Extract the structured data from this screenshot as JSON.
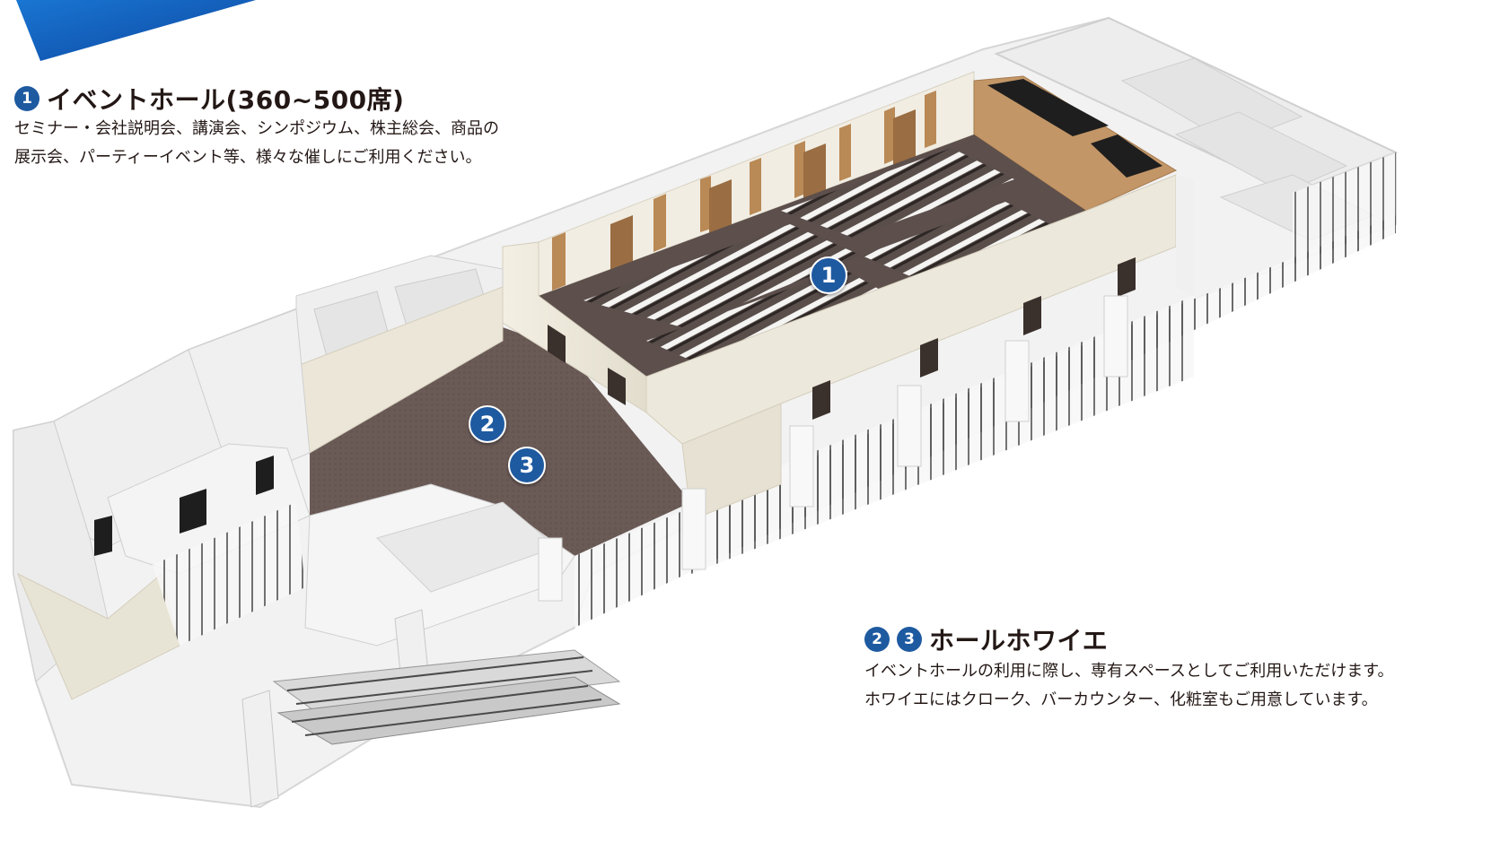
{
  "section1": {
    "badge": "1",
    "title": "イベントホール(360~500席)",
    "description_line1": "セミナー・会社説明会、講演会、シンポジウム、株主総会、商品の",
    "description_line2": "展示会、パーティーイベント等、様々な催しにご利用ください。"
  },
  "section23": {
    "badge_a": "2",
    "badge_b": "3",
    "title": "ホールホワイエ",
    "description_line1": "イベントホールの利用に際し、専有スペースとしてご利用いただけます。",
    "description_line2": "ホワイエにはクローク、バーカウンター、化粧室もご用意しています。"
  },
  "map_markers": [
    "1",
    "2",
    "3"
  ],
  "colors": {
    "accent_blue": "#1e5aa0",
    "banner_blue": "#1565c0",
    "floor_brown": "#6b5b57",
    "wall_cream": "#ece8db",
    "wood_panel": "#b98956"
  }
}
